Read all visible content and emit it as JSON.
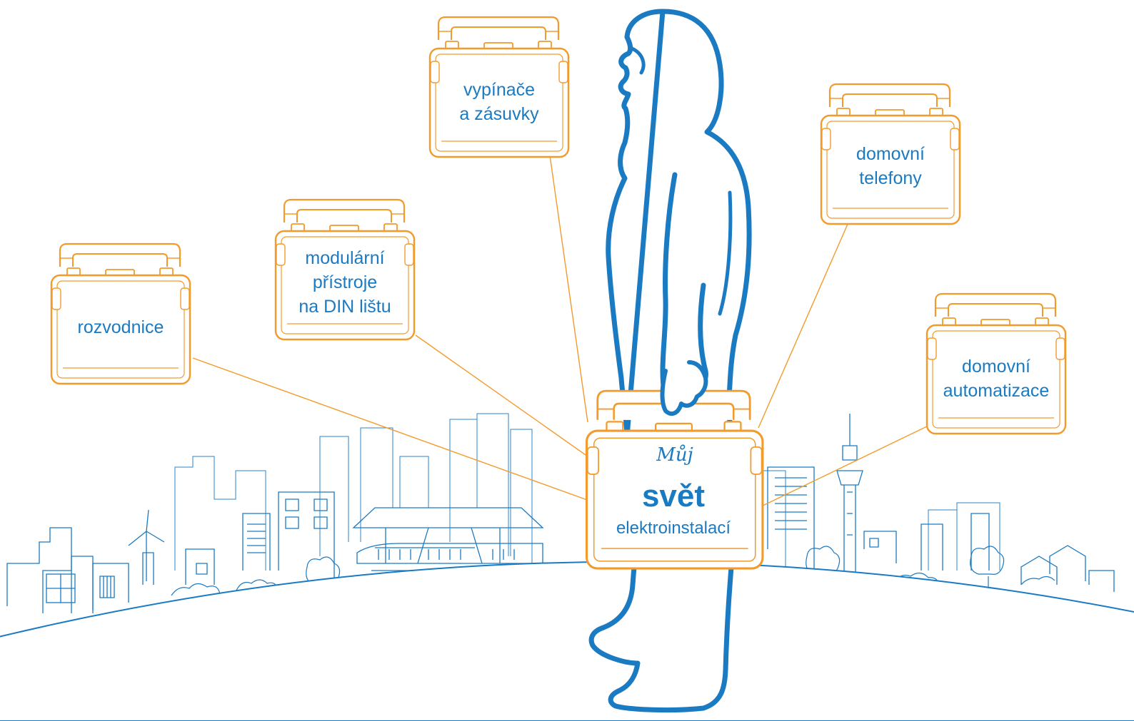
{
  "cases": [
    {
      "id": "rozvodnice",
      "lines": [
        "rozvodnice"
      ]
    },
    {
      "id": "modularni-pristroje",
      "lines": [
        "modulární",
        "přístroje",
        "na DIN lištu"
      ]
    },
    {
      "id": "vypinace-zasuvky",
      "lines": [
        "vypínače",
        "a zásuvky"
      ]
    },
    {
      "id": "domovni-telefony",
      "lines": [
        "domovní",
        "telefony"
      ]
    },
    {
      "id": "domovni-automatizace",
      "lines": [
        "domovní",
        "automatizace"
      ]
    }
  ],
  "center": {
    "muj": "Můj",
    "svet": "svět",
    "subtitle": "elektroinstalací"
  },
  "colors": {
    "orange": "#f39a2c",
    "blue": "#1a7ac2"
  }
}
